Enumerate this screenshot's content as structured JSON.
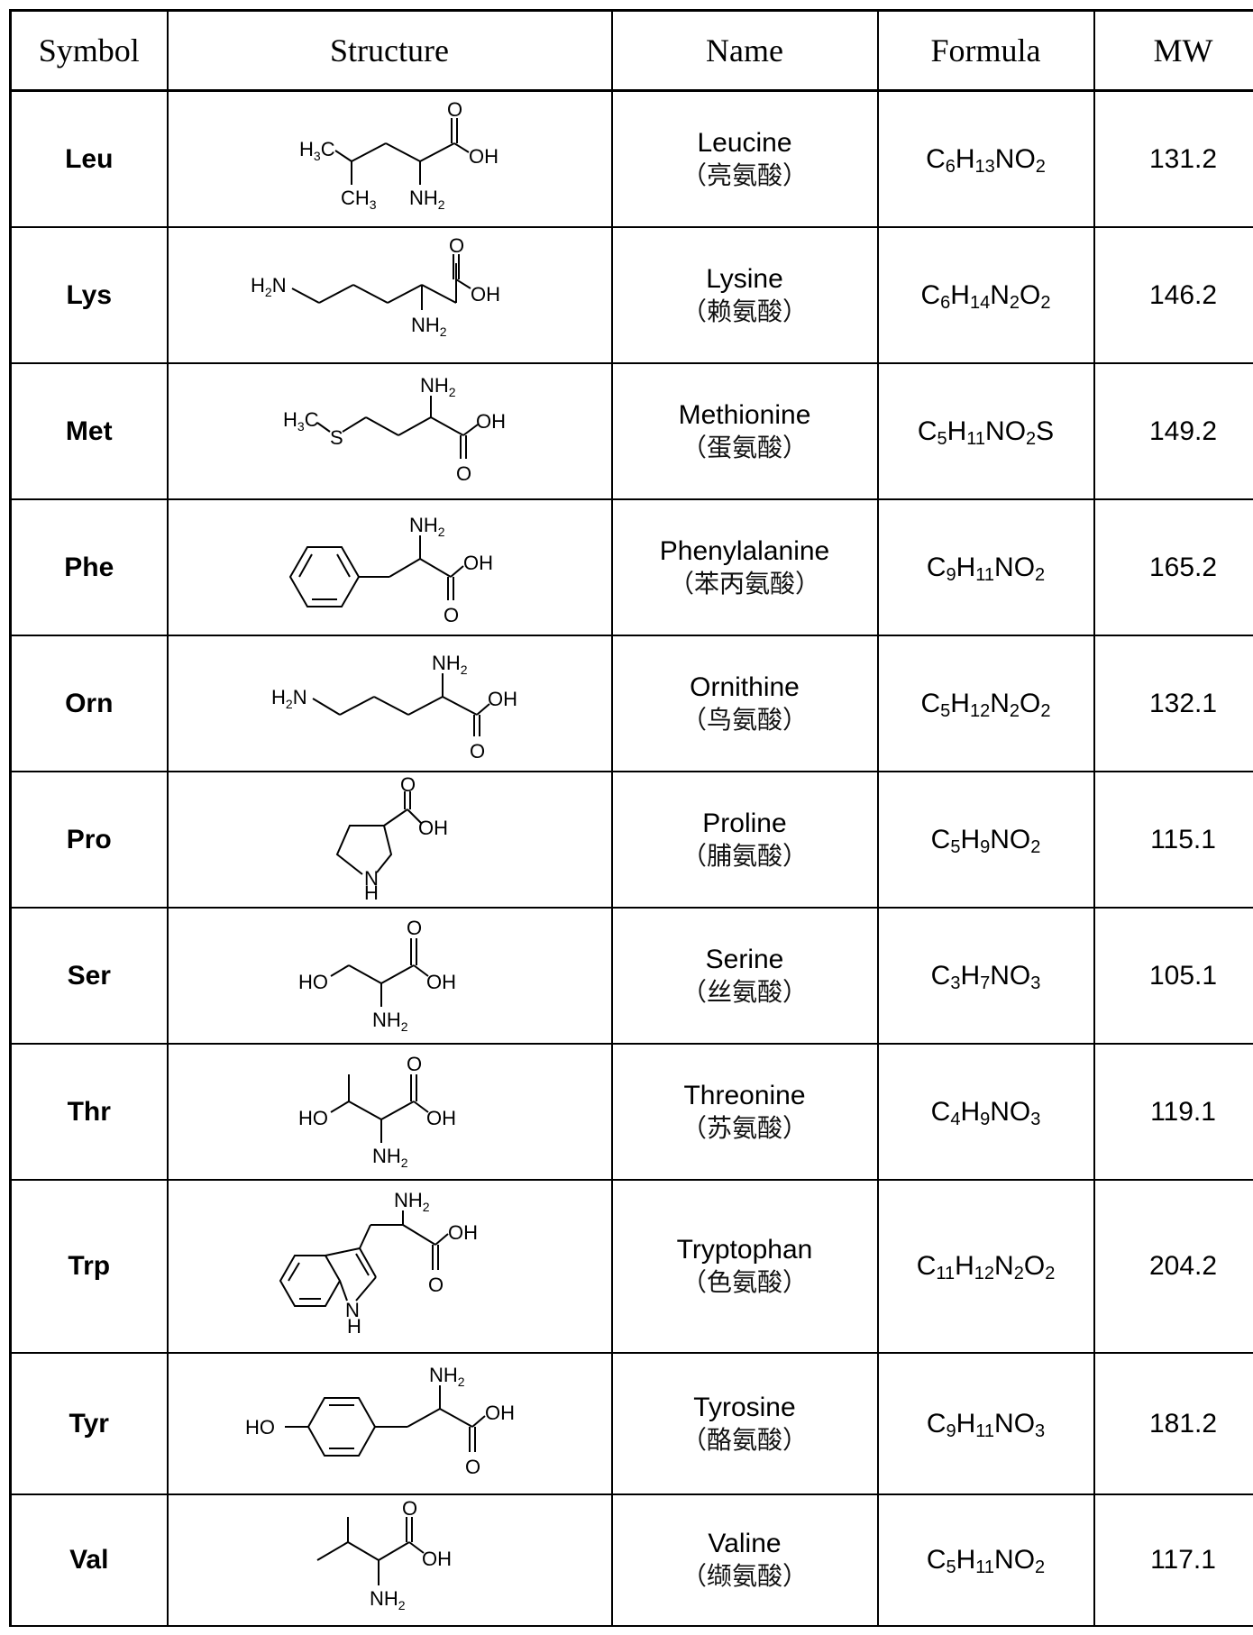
{
  "headers": {
    "symbol": "Symbol",
    "structure": "Structure",
    "name": "Name",
    "formula": "Formula",
    "mw": "MW"
  },
  "rows": [
    {
      "symbol": "Leu",
      "name_en": "Leucine",
      "name_cn": "（亮氨酸）",
      "formula": [
        {
          "t": "C"
        },
        {
          "s": "6"
        },
        {
          "t": "H"
        },
        {
          "s": "13"
        },
        {
          "t": "NO"
        },
        {
          "s": "2"
        }
      ],
      "mw": "131.2"
    },
    {
      "symbol": "Lys",
      "name_en": "Lysine",
      "name_cn": "（赖氨酸）",
      "formula": [
        {
          "t": "C"
        },
        {
          "s": "6"
        },
        {
          "t": "H"
        },
        {
          "s": "14"
        },
        {
          "t": "N"
        },
        {
          "s": "2"
        },
        {
          "t": "O"
        },
        {
          "s": "2"
        }
      ],
      "mw": "146.2"
    },
    {
      "symbol": "Met",
      "name_en": "Methionine",
      "name_cn": "（蛋氨酸）",
      "formula": [
        {
          "t": "C"
        },
        {
          "s": "5"
        },
        {
          "t": "H"
        },
        {
          "s": "11"
        },
        {
          "t": "NO"
        },
        {
          "s": "2"
        },
        {
          "t": "S"
        }
      ],
      "mw": "149.2"
    },
    {
      "symbol": "Phe",
      "name_en": "Phenylalanine",
      "name_cn": "（苯丙氨酸）",
      "formula": [
        {
          "t": "C"
        },
        {
          "s": "9"
        },
        {
          "t": "H"
        },
        {
          "s": "11"
        },
        {
          "t": "NO"
        },
        {
          "s": "2"
        }
      ],
      "mw": "165.2"
    },
    {
      "symbol": "Orn",
      "name_en": "Ornithine",
      "name_cn": "（鸟氨酸）",
      "formula": [
        {
          "t": "C"
        },
        {
          "s": "5"
        },
        {
          "t": "H"
        },
        {
          "s": "12"
        },
        {
          "t": "N"
        },
        {
          "s": "2"
        },
        {
          "t": "O"
        },
        {
          "s": "2"
        }
      ],
      "mw": "132.1"
    },
    {
      "symbol": "Pro",
      "name_en": "Proline",
      "name_cn": "（脯氨酸）",
      "formula": [
        {
          "t": "C"
        },
        {
          "s": "5"
        },
        {
          "t": "H"
        },
        {
          "s": "9"
        },
        {
          "t": "NO"
        },
        {
          "s": "2"
        }
      ],
      "mw": "115.1"
    },
    {
      "symbol": "Ser",
      "name_en": "Serine",
      "name_cn": "（丝氨酸）",
      "formula": [
        {
          "t": "C"
        },
        {
          "s": "3"
        },
        {
          "t": "H"
        },
        {
          "s": "7"
        },
        {
          "t": "NO"
        },
        {
          "s": "3"
        }
      ],
      "mw": "105.1"
    },
    {
      "symbol": "Thr",
      "name_en": "Threonine",
      "name_cn": "（苏氨酸）",
      "formula": [
        {
          "t": "C"
        },
        {
          "s": "4"
        },
        {
          "t": "H"
        },
        {
          "s": "9"
        },
        {
          "t": "NO"
        },
        {
          "s": "3"
        }
      ],
      "mw": "119.1"
    },
    {
      "symbol": "Trp",
      "name_en": "Tryptophan",
      "name_cn": "（色氨酸）",
      "formula": [
        {
          "t": "C"
        },
        {
          "s": "11"
        },
        {
          "t": "H"
        },
        {
          "s": "12"
        },
        {
          "t": "N"
        },
        {
          "s": "2"
        },
        {
          "t": "O"
        },
        {
          "s": "2"
        }
      ],
      "mw": "204.2"
    },
    {
      "symbol": "Tyr",
      "name_en": "Tyrosine",
      "name_cn": "（酪氨酸）",
      "formula": [
        {
          "t": "C"
        },
        {
          "s": "9"
        },
        {
          "t": "H"
        },
        {
          "s": "11"
        },
        {
          "t": "NO"
        },
        {
          "s": "3"
        }
      ],
      "mw": "181.2"
    },
    {
      "symbol": "Val",
      "name_en": "Valine",
      "name_cn": "（缬氨酸）",
      "formula": [
        {
          "t": "C"
        },
        {
          "s": "5"
        },
        {
          "t": "H"
        },
        {
          "s": "11"
        },
        {
          "t": "NO"
        },
        {
          "s": "2"
        }
      ],
      "mw": "117.1"
    }
  ],
  "structure_labels": {
    "leu": {
      "h3c": "H",
      "h3c_sub": "3",
      "h3c_c": "C",
      "ch3": "CH",
      "ch3_sub": "3",
      "nh2": "NH",
      "nh2_sub": "2",
      "o": "O",
      "oh": "OH"
    },
    "lys": {
      "h2n": "H",
      "h2n_sub": "2",
      "h2n_n": "N",
      "nh2": "NH",
      "nh2_sub": "2",
      "o": "O",
      "oh": "OH"
    },
    "met": {
      "h3c": "H",
      "h3c_sub": "3",
      "h3c_c": "C",
      "s": "S",
      "nh2": "NH",
      "nh2_sub": "2",
      "o": "O",
      "oh": "OH"
    },
    "phe": {
      "nh2": "NH",
      "nh2_sub": "2",
      "o": "O",
      "oh": "OH"
    },
    "orn": {
      "h2n": "H",
      "h2n_sub": "2",
      "h2n_n": "N",
      "nh2": "NH",
      "nh2_sub": "2",
      "o": "O",
      "oh": "OH"
    },
    "pro": {
      "n": "N",
      "h": "H",
      "o": "O",
      "oh": "OH"
    },
    "ser": {
      "ho": "HO",
      "nh2": "NH",
      "nh2_sub": "2",
      "o": "O",
      "oh": "OH"
    },
    "thr": {
      "ho": "HO",
      "nh2": "NH",
      "nh2_sub": "2",
      "o": "O",
      "oh": "OH"
    },
    "trp": {
      "nh2": "NH",
      "nh2_sub": "2",
      "n": "N",
      "h": "H",
      "o": "O",
      "oh": "OH"
    },
    "tyr": {
      "ho": "HO",
      "nh2": "NH",
      "nh2_sub": "2",
      "o": "O",
      "oh": "OH"
    },
    "val": {
      "nh2": "NH",
      "nh2_sub": "2",
      "o": "O",
      "oh": "OH"
    }
  }
}
